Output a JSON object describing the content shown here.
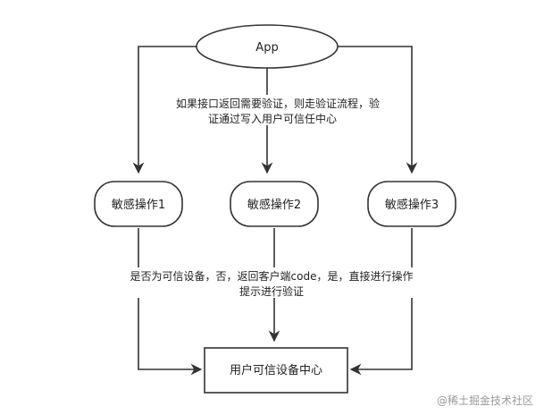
{
  "nodes": {
    "app": "App",
    "op1": "敏感操作1",
    "op2": "敏感操作2",
    "op3": "敏感操作3",
    "trust_center": "用户可信设备中心"
  },
  "notes": {
    "top": [
      "如果接口返回需要验证，则走验证流程，验",
      "证通过写入用户可信任中心"
    ],
    "bottom": [
      "是否为可信设备，否，返回客户端code，是，直接进行操作",
      "提示进行验证"
    ]
  },
  "watermark": "@稀土掘金技术社区",
  "colors": {
    "stroke": "#333333",
    "text": "#222222",
    "watermark": "#9a9a9a"
  }
}
